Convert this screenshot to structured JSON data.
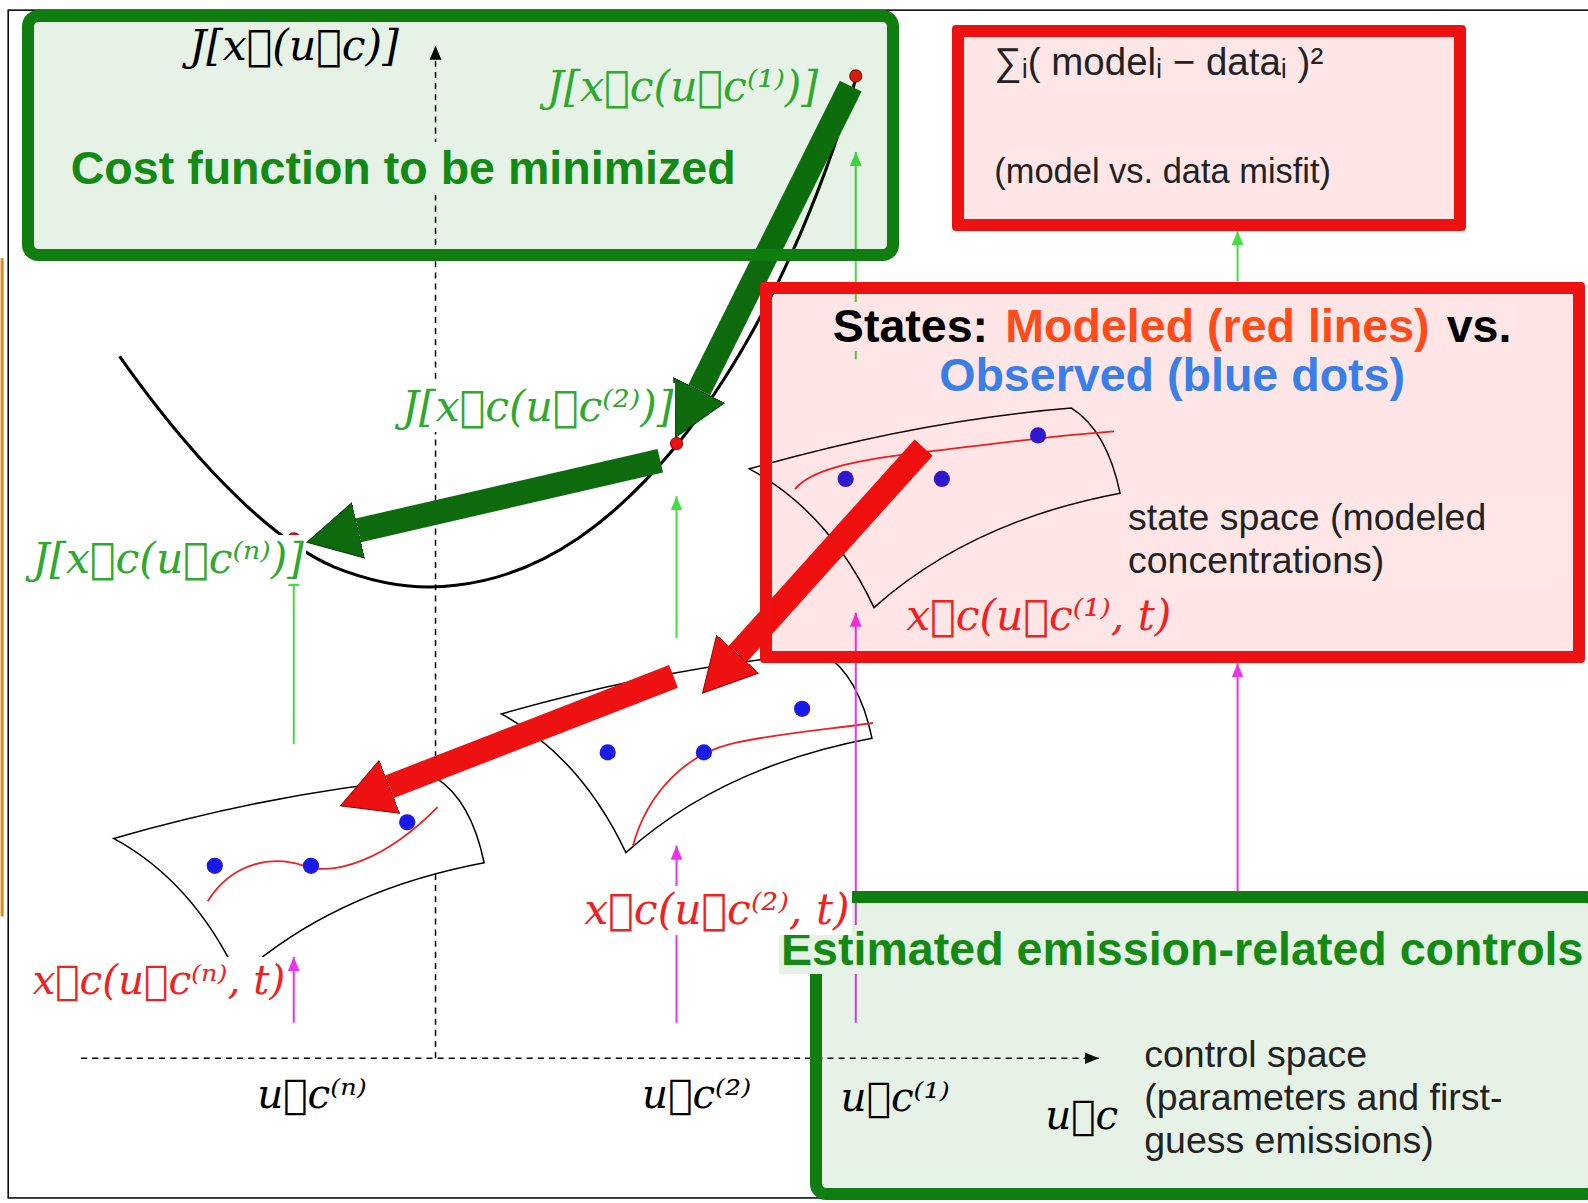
{
  "diagram": {
    "nodes": [
      {
        "text": [
          "J[x⃗(u⃗c)]",
          "J[x⃗c(u⃗c⁽¹⁾)]",
          "Cost function to be minimized"
        ]
      },
      {
        "text": [
          "∑ᵢ( modelᵢ − dataᵢ )²",
          "(model vs. data misfit)"
        ]
      },
      {
        "text": [
          "States:",
          "Modeled (red lines)",
          "vs.",
          "Observed (blue dots)",
          "state space (modeled concentrations)",
          "x⃗c(u⃗c⁽¹⁾, t)"
        ]
      },
      {
        "text": [
          "Estimated emission-related controls",
          "control space (parameters and first-guess emissions)"
        ]
      }
    ],
    "edges": [
      {
        "from": 3,
        "to": 2,
        "arrow": "to"
      },
      {
        "from": 2,
        "to": 1,
        "arrow": "to"
      }
    ],
    "labels": [
      "J[x⃗c(u⃗c⁽²⁾)]",
      "J[x⃗c(u⃗c⁽ⁿ⁾)]",
      "x⃗c(u⃗c⁽²⁾, t)",
      "x⃗c(u⃗c⁽ⁿ⁾, t)",
      "u⃗c⁽ⁿ⁾",
      "u⃗c⁽²⁾",
      "u⃗c⁽¹⁾",
      "u⃗c"
    ]
  }
}
